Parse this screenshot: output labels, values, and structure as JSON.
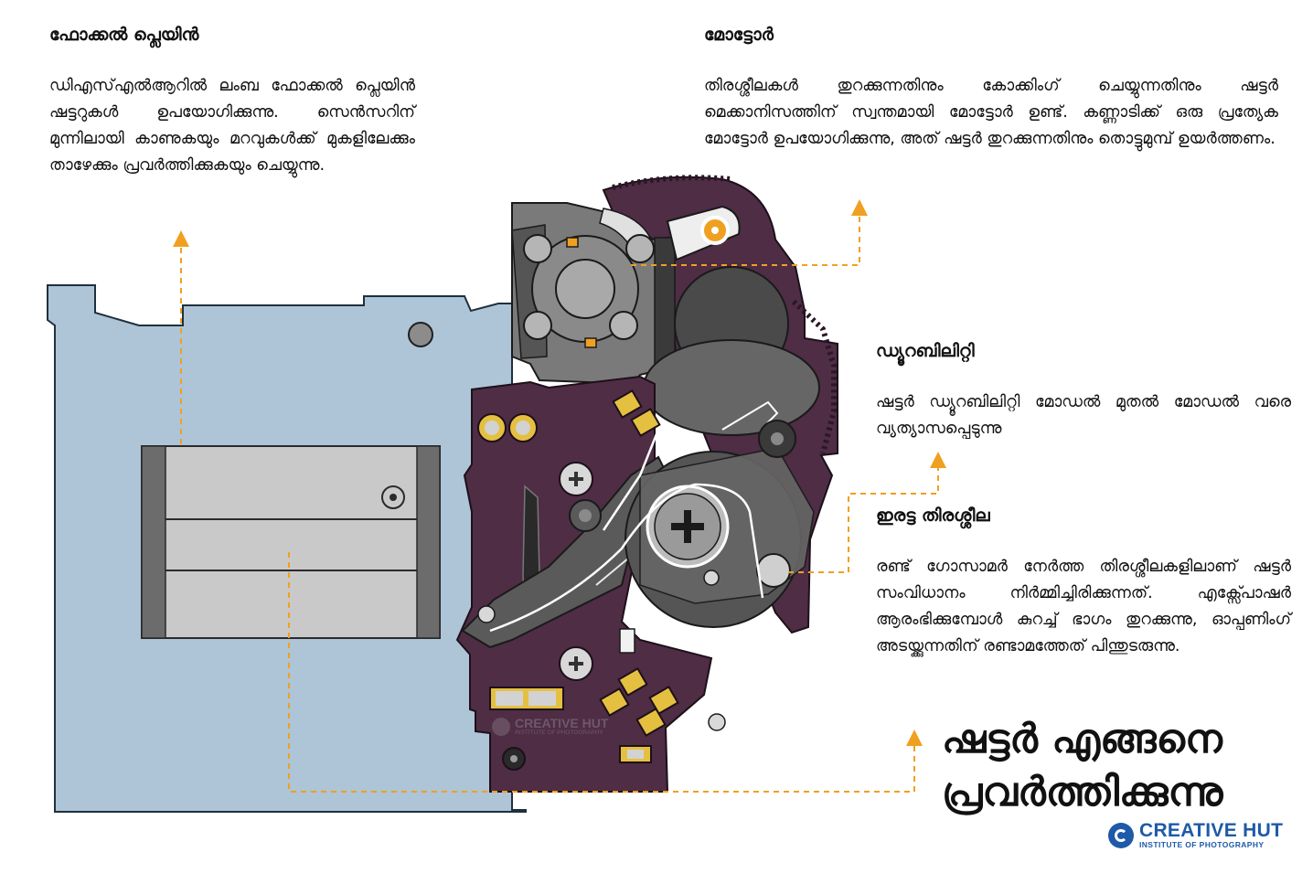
{
  "focal_plane": {
    "heading": "ഫോക്കൽ പ്ലെയിൻ",
    "body": "ഡിഎസ്എൽആറിൽ ലംബ ഫോക്കൽ പ്ലെയിൻ ഷട്ടറുകൾ ഉപയോഗിക്കുന്നു. സെൻസറിന് മുന്നിലായി കാണുകയും മറവുകൾക്ക് മുകളിലേക്കും താഴേക്കും പ്രവർത്തിക്കുകയും ചെയ്യുന്നു."
  },
  "motor": {
    "heading": "മോട്ടോർ",
    "body": "തിരശ്ശീലകൾ തുറക്കുന്നതിനും കോക്കിംഗ് ചെയ്യുന്നതിനും ഷട്ടർ മെക്കാനിസത്തിന് സ്വന്തമായി മോട്ടോർ ഉണ്ട്. കണ്ണാടിക്ക് ഒരു പ്രത്യേക മോട്ടോർ ഉപയോഗിക്കുന്നു, അത് ഷട്ടർ തുറക്കുന്നതിനും തൊട്ടുമുമ്പ് ഉയർത്തണം."
  },
  "durability": {
    "heading": "ഡ്യൂറബിലിറ്റി",
    "body": "ഷട്ടർ ഡ്യൂറബിലിറ്റി മോഡൽ മുതൽ മോഡൽ വരെ വ്യത്യാസപ്പെടുന്നു"
  },
  "double_curtain": {
    "heading": "ഇരട്ട തിരശ്ശീല",
    "body": "രണ്ട് ഗോസാമർ നേർത്ത തിരശ്ശീലകളിലാണ് ഷട്ടർ സംവിധാനം നിർമ്മിച്ചിരിക്കുന്നത്. എക്സ്പോഷർ ആരംഭിക്കുമ്പോൾ കുറച്ച് ഭാഗം തുറക്കുന്നു, ഓപ്പണിംഗ് അടയ്ക്കുന്നതിന് രണ്ടാമത്തേത് പിന്തുടരുന്നു."
  },
  "title": {
    "line1": "ഷട്ടർ എങ്ങനെ",
    "line2": "പ്രവർത്തിക്കുന്നു"
  },
  "logo": {
    "name": "CREATIVE HUT",
    "subtitle": "INSTITUTE OF PHOTOGRAPHY"
  },
  "watermark": {
    "name": "CREATIVE HUT",
    "subtitle": "INSTITUTE OF PHOTOGRAPHY"
  },
  "colors": {
    "plate": "#adc5d7",
    "curtain": "#c9c9c9",
    "board": "#4e2d45",
    "mechanism": "#555555",
    "leader": "#f0a020",
    "brand": "#1e5aa8"
  }
}
